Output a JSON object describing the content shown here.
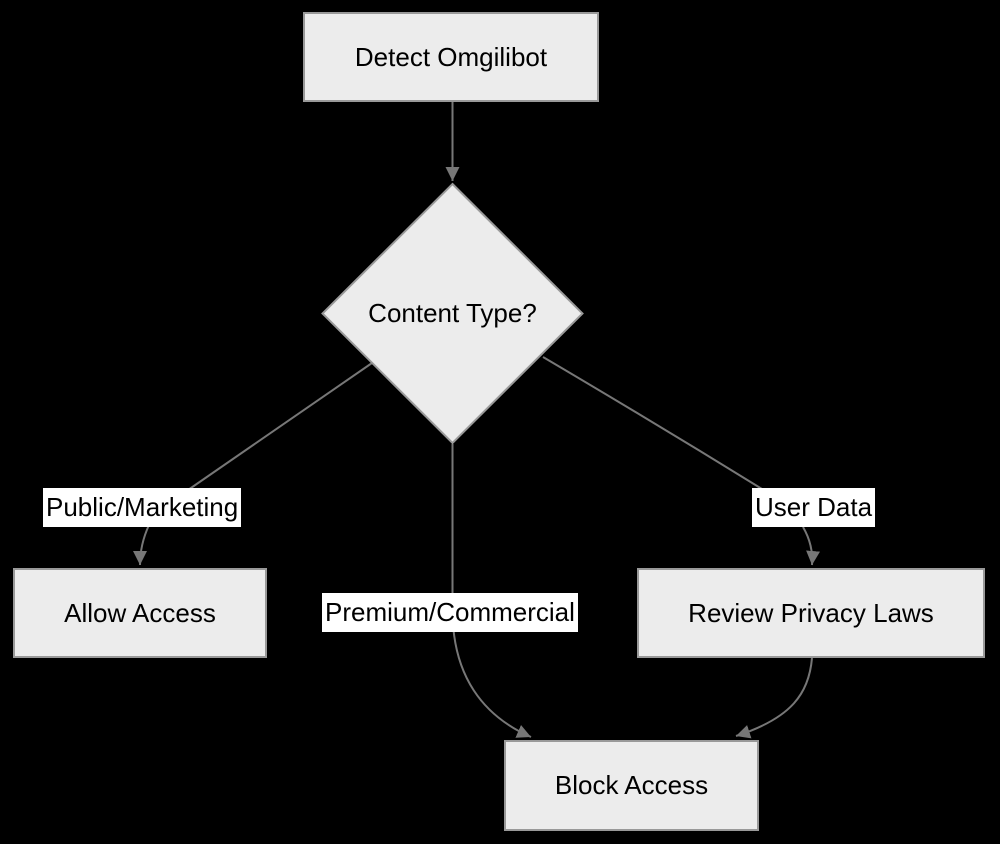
{
  "diagram": {
    "type": "flowchart",
    "colors": {
      "background": "#000000",
      "node_fill": "#ececec",
      "node_border": "#999999",
      "edge_color": "#777777",
      "label_bg": "#ffffff",
      "text_color": "#000000"
    },
    "nodes": {
      "detect": {
        "label": "Detect Omgilibot",
        "shape": "rect"
      },
      "decision": {
        "label": "Content Type?",
        "shape": "diamond"
      },
      "allow": {
        "label": "Allow Access",
        "shape": "rect"
      },
      "review": {
        "label": "Review Privacy Laws",
        "shape": "rect"
      },
      "block": {
        "label": "Block Access",
        "shape": "rect"
      }
    },
    "edges": [
      {
        "from": "detect",
        "to": "decision",
        "label": ""
      },
      {
        "from": "decision",
        "to": "allow",
        "label": "Public/Marketing"
      },
      {
        "from": "decision",
        "to": "block",
        "label": "Premium/Commercial"
      },
      {
        "from": "decision",
        "to": "review",
        "label": "User Data"
      },
      {
        "from": "review",
        "to": "block",
        "label": ""
      }
    ]
  }
}
